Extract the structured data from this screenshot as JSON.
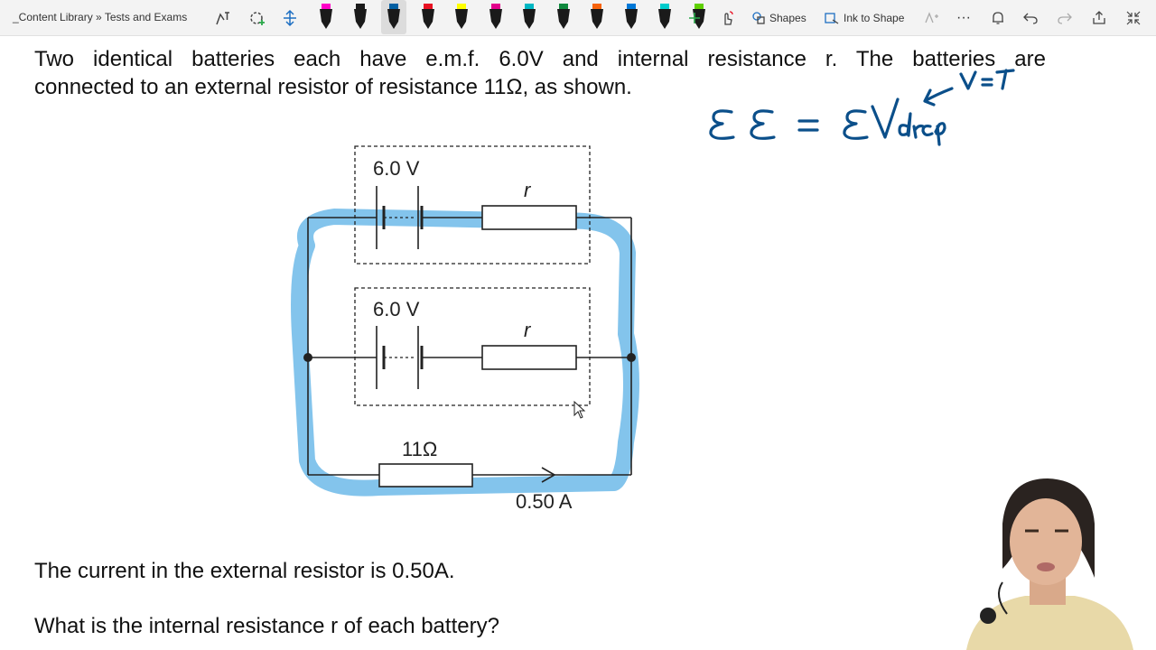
{
  "toolbar": {
    "breadcrumb": "_Content Library » Tests and Exams",
    "shapes_label": "Shapes",
    "ink_to_shape_label": "Ink to Shape",
    "more_label": "···"
  },
  "pens": [
    {
      "name": "pen-black-1",
      "color": "#1a1a1a",
      "tip": "#ff00c8"
    },
    {
      "name": "pen-black-2",
      "color": "#1a1a1a",
      "tip": "#1a1a1a"
    },
    {
      "name": "pen-blue-selected",
      "color": "#1a1a1a",
      "tip": "#005ea2"
    },
    {
      "name": "pen-red",
      "color": "#1a1a1a",
      "tip": "#e81123"
    },
    {
      "name": "highlighter-yellow",
      "color": "#1a1a1a",
      "tip": "#ffff00"
    },
    {
      "name": "pen-magenta",
      "color": "#1a1a1a",
      "tip": "#e3008c"
    },
    {
      "name": "pen-teal",
      "color": "#1a1a1a",
      "tip": "#00b7c3"
    },
    {
      "name": "pen-green",
      "color": "#1a1a1a",
      "tip": "#10893e"
    },
    {
      "name": "pen-orange",
      "color": "#1a1a1a",
      "tip": "#f7630c"
    },
    {
      "name": "pen-blue",
      "color": "#1a1a1a",
      "tip": "#0078d7"
    },
    {
      "name": "pen-cyan",
      "color": "#1a1a1a",
      "tip": "#00cccc"
    },
    {
      "name": "pen-lime",
      "color": "#1a1a1a",
      "tip": "#5fd000"
    }
  ],
  "question": {
    "line1": "Two identical batteries each have e.m.f. 6.0V and internal resistance r. The batteries are",
    "line2": "connected to an external resistor of resistance 11Ω, as shown.",
    "current_statement": "The current in the external resistor is 0.50A.",
    "prompt": "What is the internal resistance r of each battery?"
  },
  "circuit": {
    "battery1_emf": "6.0 V",
    "battery1_r": "r",
    "battery2_emf": "6.0 V",
    "battery2_r": "r",
    "external_resistor": "11Ω",
    "current": "0.50 A"
  },
  "colors": {
    "ink": "#0b4f8a",
    "highlight": "#5ab0e6",
    "accent_green": "#2aa84a"
  }
}
